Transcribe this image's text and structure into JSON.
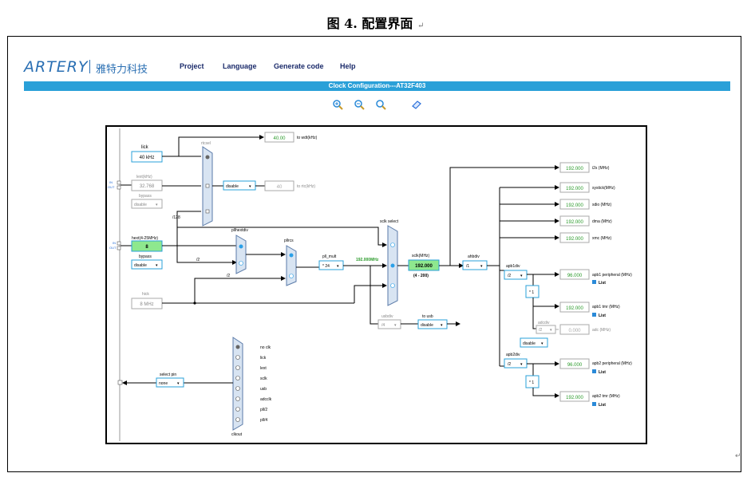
{
  "caption": {
    "text": "图 4.  配置界面",
    "mark": "↵"
  },
  "corner_mark": "↵",
  "logo": {
    "brand": "ARTERY",
    "brand_cn": "雅特力科技"
  },
  "menu": [
    "Project",
    "Language",
    "Generate code",
    "Help"
  ],
  "titlebar": "Clock Configuration---AT32F403",
  "tools": [
    {
      "name": "zoom-in-icon"
    },
    {
      "name": "zoom-out-icon"
    },
    {
      "name": "zoom-reset-icon"
    },
    {
      "name": "eraser-icon"
    }
  ],
  "diagram": {
    "lick": {
      "label": "lick",
      "value": "40 kHz"
    },
    "wdt": {
      "value": "40.00",
      "label": "to wdt(kHz)"
    },
    "rtcsel": "rtcsel",
    "lext": {
      "label": "lext(kHz)",
      "value": "32.768",
      "in": "IN",
      "out": "OUT"
    },
    "lext_bypass": {
      "label": "bypass",
      "value": "disable"
    },
    "rtc": {
      "select": "disable",
      "value": "40",
      "label": "to rtc(kHz)"
    },
    "div128": "/128",
    "hext": {
      "label": "hext(4-25MHz)",
      "value": "8",
      "in": "IN",
      "out": "OUT"
    },
    "hext_bypass": {
      "label": "bypass",
      "value": "disable"
    },
    "pllhextdiv": "pllhextdiv",
    "div2a": "/2",
    "div2b": "/2",
    "pllrcs": "pllrcs",
    "pll_mult": {
      "label": "pll_mult",
      "value": "* 24"
    },
    "pll_out": "192.000MHz",
    "sclk_select": "sclk select",
    "sclk": {
      "label": "sclk(MHz)",
      "value": "192.000",
      "range": "(4 - 200)"
    },
    "hick": {
      "label": "hick",
      "value": "8 MHz"
    },
    "usbdiv": {
      "label": "usbdiv",
      "value": "/4",
      "to": "to usb",
      "select": "disable"
    },
    "ahbdiv": {
      "label": "ahbdiv",
      "value": "/1"
    },
    "i2s": {
      "value": "192.000",
      "label": "i2s (MHz)"
    },
    "outputs": [
      {
        "value": "192.000",
        "label": "systick(MHz)"
      },
      {
        "value": "192.000",
        "label": "sdio (MHz)"
      },
      {
        "value": "192.000",
        "label": "dma (MHz)"
      },
      {
        "value": "192.000",
        "label": "xmc (MHz)"
      }
    ],
    "apb1div": {
      "label": "apb1div",
      "value": "/2"
    },
    "apb1_periph": {
      "value": "96.000",
      "label": "apb1 peripheral (MHz)",
      "list": "List"
    },
    "apb1_mult": "* 1",
    "apb1_tmr": {
      "value": "192.000",
      "label": "apb1 tmr (MHz)",
      "list": "List"
    },
    "adcdiv": {
      "label": "adcdiv",
      "value": "/2",
      "out": "0.000",
      "out_label": "adc (MHz)",
      "select": "disable"
    },
    "apb2div": {
      "label": "apb2div",
      "value": "/2"
    },
    "apb2_periph": {
      "value": "96.000",
      "label": "apb2 peripheral (MHz)",
      "list": "List"
    },
    "apb2_mult": "* 1",
    "apb2_tmr": {
      "value": "192.000",
      "label": "apb2 tmr (MHz)",
      "list": "List"
    },
    "clkout": {
      "label": "clkout",
      "items": [
        "no clk",
        "lick",
        "lext",
        "sclk",
        "usb",
        "adcclk",
        "pll/2",
        "pll/4"
      ]
    },
    "select_pin": {
      "label": "select pin",
      "value": "none"
    }
  }
}
